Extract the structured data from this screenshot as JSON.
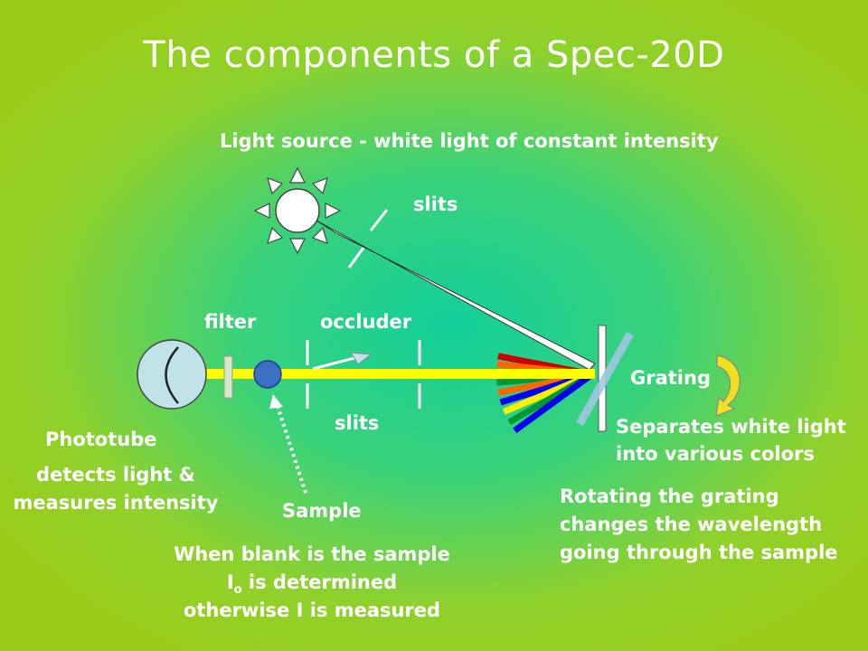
{
  "title": "The components of a Spec-20D",
  "labels": {
    "light_source": "Light source  - white light of  constant intensity",
    "slits_top": "slits",
    "filter": "filter",
    "occluder": "occluder",
    "slits_bottom": "slits",
    "grating": "Grating",
    "separates_line1": "Separates white light",
    "separates_line2": "into various colors",
    "phototube": "Phototube",
    "detects_line1": "detects light &",
    "detects_line2": "measures intensity",
    "sample": "Sample",
    "blank_line1": "When blank is the sample",
    "blank_line2_pre": "I",
    "blank_line2_sub": "o",
    "blank_line2_post": " is determined",
    "blank_line3": "otherwise I is measured",
    "rotating_line1": "Rotating the grating",
    "rotating_line2": "changes the wavelength",
    "rotating_line3": "going through the sample"
  },
  "colors": {
    "beam": "#ffff00",
    "sun": "#ffffff",
    "sample": "#3a6fc4",
    "phototube": "#bfe3e8",
    "grating": "#9fc8e0",
    "arrow_rotate": "#f0e020"
  },
  "spectrum_colors": [
    "#cc0000",
    "#ff6600",
    "#ffee00",
    "#009933",
    "#ff6600",
    "#0000ee",
    "#ffee00",
    "#009933",
    "#0000ee"
  ]
}
